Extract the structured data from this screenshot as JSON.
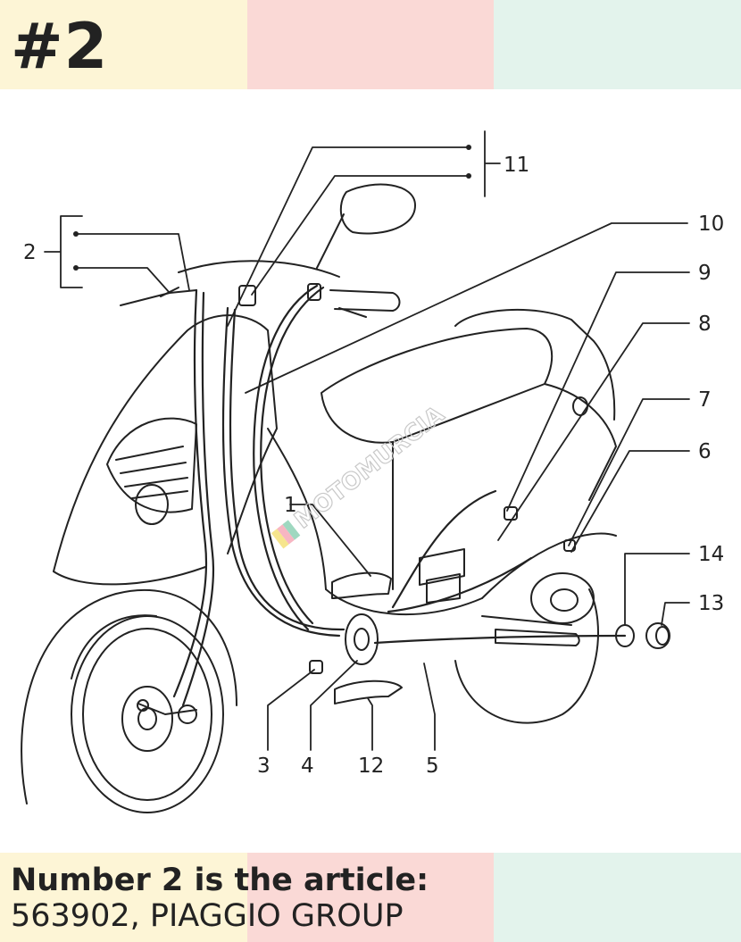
{
  "header": {
    "title": "#2",
    "colors": [
      "#fdf5d6",
      "#fad9d6",
      "#e3f3ec"
    ]
  },
  "diagram": {
    "callouts": [
      "1",
      "2",
      "3",
      "4",
      "5",
      "6",
      "7",
      "8",
      "9",
      "10",
      "11",
      "12",
      "13",
      "14"
    ],
    "watermark": "MOTOMURCIA"
  },
  "footer": {
    "line1": "Number 2 is the article:",
    "line2": "563902, PIAGGIO GROUP"
  }
}
